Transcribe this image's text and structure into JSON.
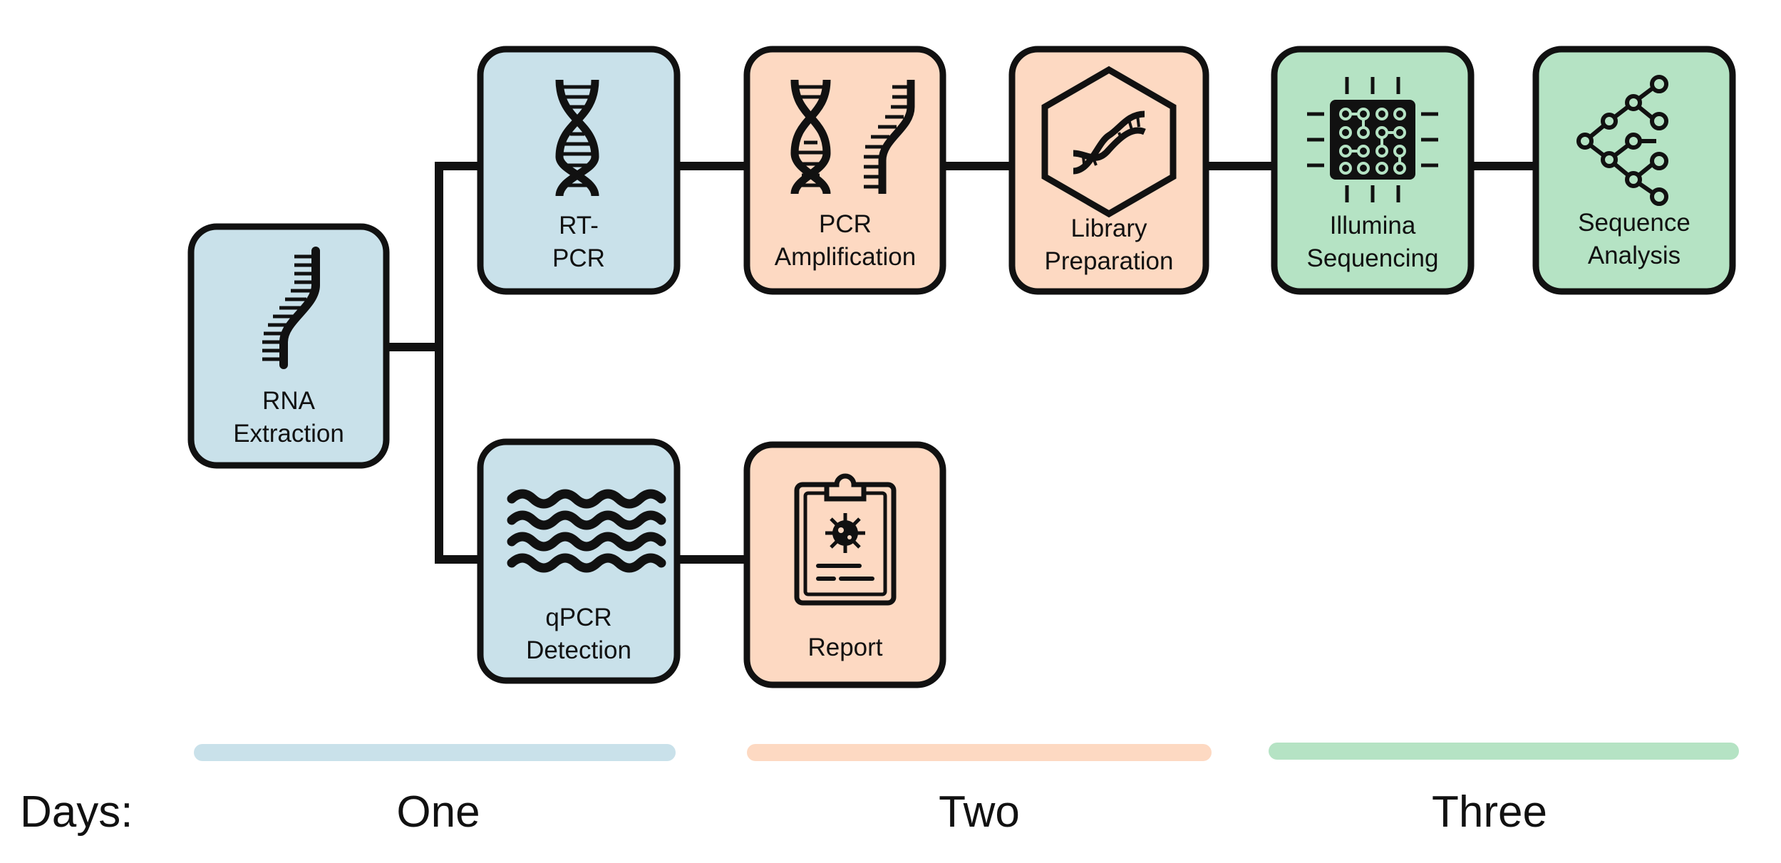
{
  "colors": {
    "day_one": "#c9e1ea",
    "day_two": "#fdd9c2",
    "day_three": "#b5e3c4",
    "outline": "#111111"
  },
  "nodes": {
    "rna_extraction": {
      "line1": "RNA",
      "line2": "Extraction",
      "icon": "rna-strand-icon"
    },
    "rt_pcr": {
      "line1": "RT-",
      "line2": "PCR",
      "icon": "dna-helix-icon"
    },
    "pcr_amplification": {
      "line1": "PCR",
      "line2": "Amplification",
      "icon": "dna-split-icon"
    },
    "library_preparation": {
      "line1": "Library",
      "line2": "Preparation",
      "icon": "hexagon-dna-icon"
    },
    "illumina_sequencing": {
      "line1": "Illumina",
      "line2": "Sequencing",
      "icon": "chip-icon"
    },
    "sequence_analysis": {
      "line1": "Sequence",
      "line2": "Analysis",
      "icon": "tree-network-icon"
    },
    "qpcr_detection": {
      "line1": "qPCR",
      "line2": "Detection",
      "icon": "wave-lines-icon"
    },
    "report": {
      "line1": "Report",
      "icon": "clipboard-virus-icon"
    }
  },
  "timeline": {
    "label": "Days:",
    "days": [
      "One",
      "Two",
      "Three"
    ]
  }
}
